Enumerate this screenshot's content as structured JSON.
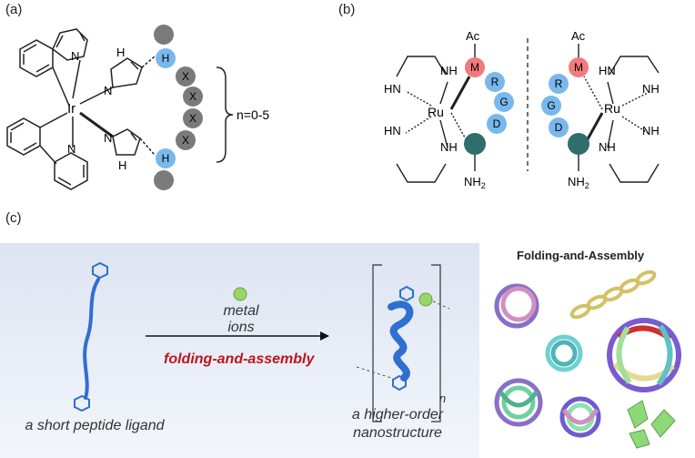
{
  "panels": {
    "a": {
      "label": "(a)",
      "metal": "Ir",
      "residues": {
        "h1": "H",
        "h2": "H",
        "x": "X"
      },
      "repeat_label": "n=0-5",
      "imidazole_nh": "H",
      "imidazole_n": "N",
      "pyridine_n": "N"
    },
    "b": {
      "label": "(b)",
      "metal": "Ru",
      "residues": {
        "m": "M",
        "r": "R",
        "g": "G",
        "d": "D"
      },
      "ac": "Ac",
      "nh2": "NH",
      "nh2_sub": "2",
      "nh": "NH",
      "hn": "HN"
    },
    "c": {
      "label": "(c)",
      "caption_left": "a short peptide ligand",
      "metal_ions": "metal ions",
      "folding": "folding-and-assembly",
      "caption_right_1": "a higher-order",
      "caption_right_2": "nanostructure",
      "n": "n",
      "title_right": "Folding-and-Assembly"
    }
  },
  "colors": {
    "blue_residue": "#79b8ec",
    "gray_residue": "#7a7a7a",
    "red_residue": "#f07a7c",
    "teal_residue": "#2f6e6a",
    "peptide_blue": "#2e6fd1",
    "ion_green": "#9bd46a",
    "accent_red": "#c0141c"
  }
}
